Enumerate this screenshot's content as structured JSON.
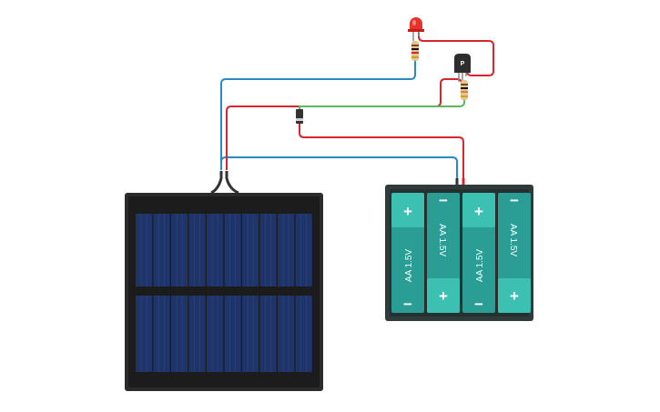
{
  "transistor": {
    "label": "P"
  },
  "battery_pack": {
    "cells": [
      {
        "label": "AA 1.5V",
        "top_sign": "+",
        "bottom_sign": "−"
      },
      {
        "label": "AA 1.5V",
        "top_sign": "−",
        "bottom_sign": "+"
      },
      {
        "label": "AA 1.5V",
        "top_sign": "+",
        "bottom_sign": "−"
      },
      {
        "label": "AA 1.5V",
        "top_sign": "−",
        "bottom_sign": "+"
      }
    ]
  },
  "colors": {
    "wire_red": "#d9262c",
    "wire_blue": "#2a8bc4",
    "wire_green": "#5cb85c",
    "wire_black": "#333333",
    "panel_frame": "#2b2b2b",
    "panel_cell": "#1f3469",
    "battery_body": "#2f3a3a",
    "cell_teal": "#2a9d94",
    "cell_light": "#3bc0b2",
    "led_red": "#e8332d"
  }
}
